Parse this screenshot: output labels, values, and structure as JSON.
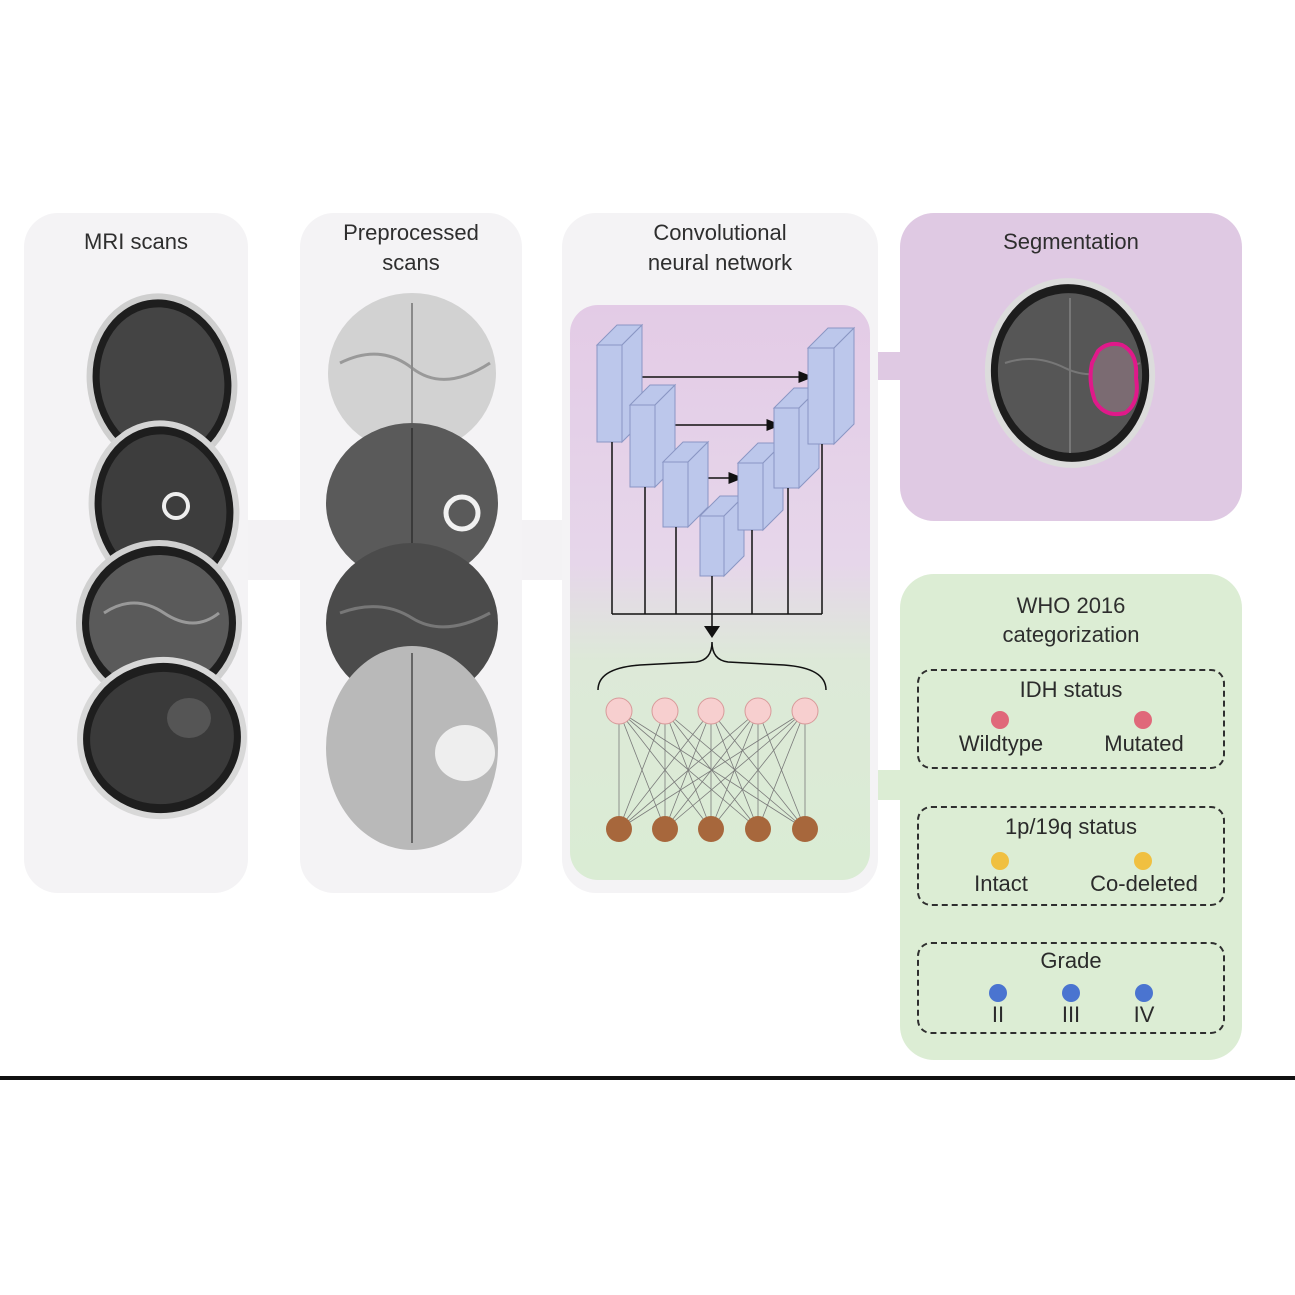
{
  "panels": {
    "mri": {
      "title": "MRI scans"
    },
    "preprocessed": {
      "title_line1": "Preprocessed",
      "title_line2": "scans"
    },
    "cnn": {
      "title_line1": "Convolutional",
      "title_line2": "neural network"
    },
    "segmentation": {
      "title": "Segmentation"
    },
    "who": {
      "title_line1": "WHO 2016",
      "title_line2": "categorization"
    }
  },
  "who_groups": {
    "idh": {
      "title": "IDH status",
      "options": [
        "Wildtype",
        "Mutated"
      ],
      "color": "#e0687a"
    },
    "codeletion": {
      "title": "1p/19q status",
      "options": [
        "Intact",
        "Co-deleted"
      ],
      "color": "#f0c040"
    },
    "grade": {
      "title": "Grade",
      "options": [
        "II",
        "III",
        "IV"
      ],
      "color": "#4a74d0"
    }
  },
  "colors": {
    "mri_panel": "#f4f3f5",
    "segmentation_panel": "#dfc9e3",
    "who_panel": "#dcedd4",
    "cnn_top": "#e3cbe6",
    "cnn_bottom": "#daecd4",
    "conv_block": "#bcc7eb",
    "hidden_node": "#f7cfcf",
    "output_node": "#a7673c",
    "tumor_outline": "#e0198a"
  },
  "icons": [
    "brain-scan-image",
    "unet-diagram",
    "dense-layer-diagram"
  ]
}
